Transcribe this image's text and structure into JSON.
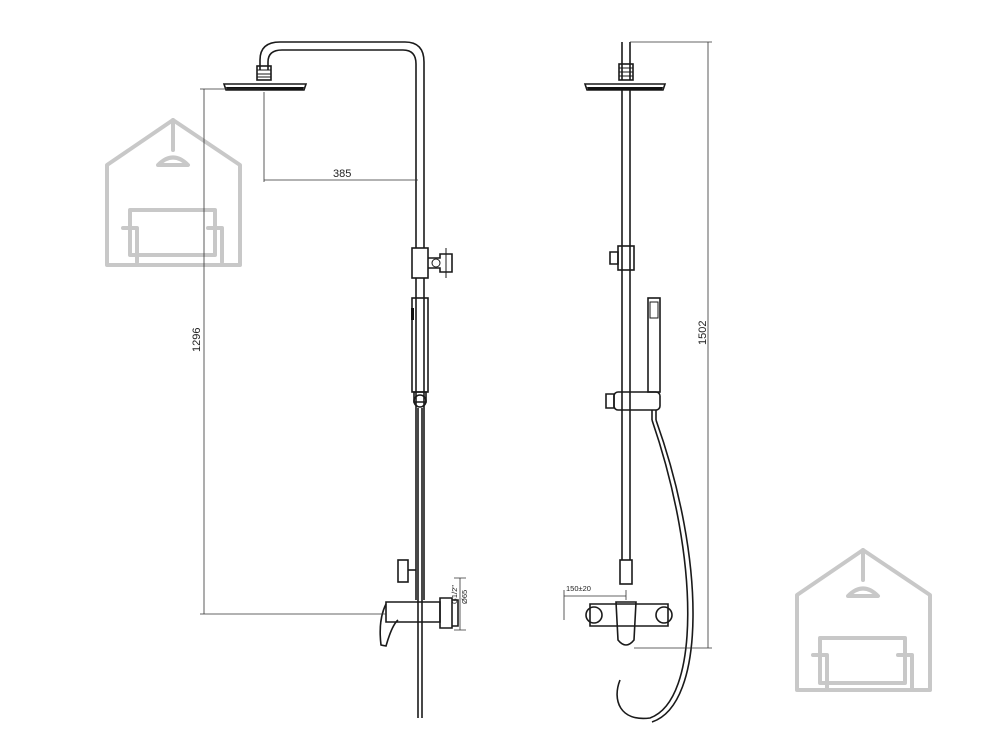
{
  "front_view": {
    "dim_arm_length": "385",
    "dim_head_height": "1296",
    "dim_thread": "G1/2\"",
    "dim_diameter": "Ø65"
  },
  "side_view": {
    "dim_total_height": "1502",
    "dim_wall_offset": "150±20"
  }
}
